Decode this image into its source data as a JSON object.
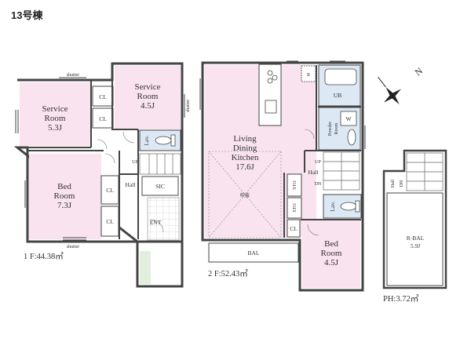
{
  "title": "13号棟",
  "colors": {
    "room": "#f9e3ee",
    "wet": "#dce9f5",
    "wall": "#444444",
    "entrance": "#e0f0dc"
  },
  "floor1": {
    "service_room_left": {
      "name1": "Service",
      "name2": "Room",
      "size": "5.3J"
    },
    "service_room_right": {
      "name1": "Service",
      "name2": "Room",
      "size": "4.5J"
    },
    "bed_room": {
      "name1": "Bed",
      "name2": "Room",
      "size": "7.3J"
    },
    "cl": "CL",
    "lav": "Lav.",
    "sic": "SIC",
    "hall": "Hall",
    "up": "UP",
    "ent": "ENT",
    "shutter": "shutter",
    "area": "1 F:44.38㎡"
  },
  "floor2": {
    "ldk": {
      "l1": "Living",
      "l2": "Dining",
      "l3": "Kitchen",
      "size": "17.6J"
    },
    "fukinuke": "吹抜",
    "r": "R",
    "ub": "UB",
    "w": "W",
    "powder": {
      "l1": "Powder",
      "l2": "Room"
    },
    "sto": "STO",
    "cl": "CL",
    "lav": "Lav.",
    "hall": "Hall",
    "up": "UP",
    "dn": "DN",
    "bal": "BAL",
    "bed_room": {
      "name1": "Bed",
      "name2": "Room",
      "size": "4.5J"
    },
    "area": "2 F:52.43㎡"
  },
  "penthouse": {
    "hall": "Hall",
    "dn": "DN",
    "rbal": "R·BAL",
    "size": "5.9J",
    "area": "PH:3.72㎡"
  },
  "compass": "N"
}
